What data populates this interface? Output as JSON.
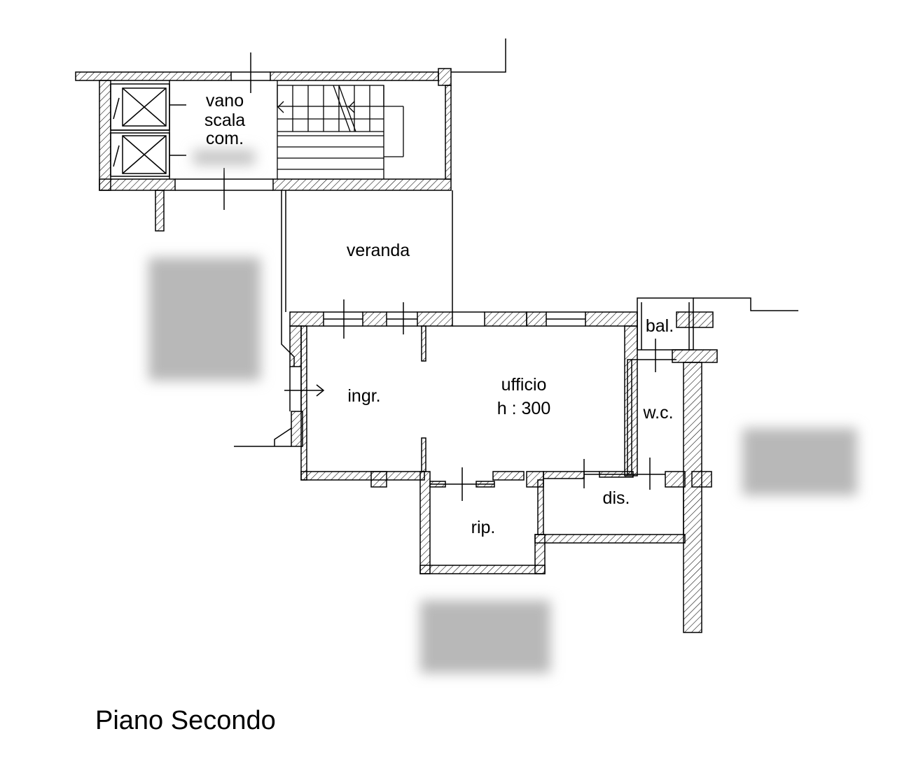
{
  "title": "Piano Secondo",
  "rooms": {
    "stair_line1": "vano",
    "stair_line2": "scala",
    "stair_line3": "com.",
    "veranda": "veranda",
    "entrance": "ingr.",
    "office": "ufficio",
    "office_height": "h : 300",
    "wc": "w.c.",
    "balcony": "bal.",
    "storage": "rip.",
    "hallway": "dis."
  },
  "colors": {
    "wall_hatch": "#000000",
    "redaction": "#b8b8b8"
  }
}
